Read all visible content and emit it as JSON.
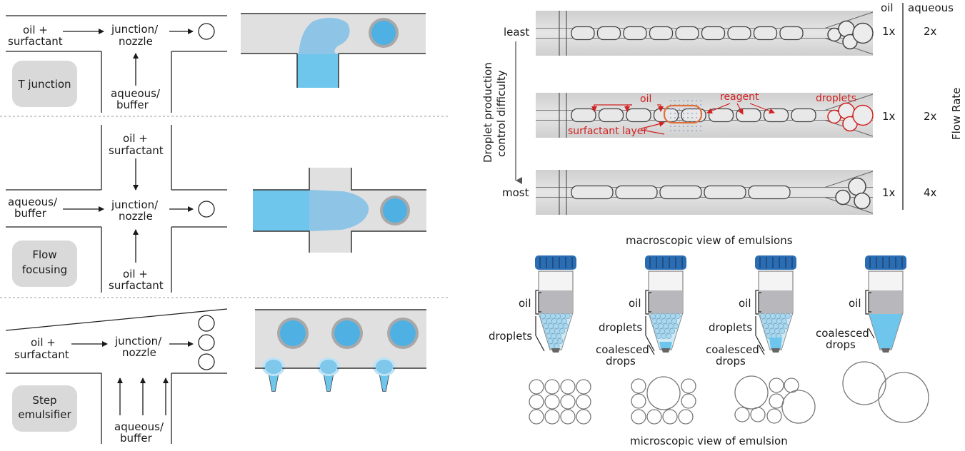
{
  "left_panel": {
    "t_junction": {
      "button": "T junction",
      "oil_line1": "oil +",
      "oil_line2": "surfactant",
      "junction_line1": "junction/",
      "junction_line2": "nozzle",
      "aqueous_line1": "aqueous/",
      "aqueous_line2": "buffer"
    },
    "flow_focusing": {
      "button_line1": "Flow",
      "button_line2": "focusing",
      "top_oil_line1": "oil +",
      "top_oil_line2": "surfactant",
      "aqueous_line1": "aqueous/",
      "aqueous_line2": "buffer",
      "junction_line1": "junction/",
      "junction_line2": "nozzle",
      "bottom_oil_line1": "oil +",
      "bottom_oil_line2": "surfactant"
    },
    "step_emulsifier": {
      "button_line1": "Step",
      "button_line2": "emulsifier",
      "oil_line1": "oil +",
      "oil_line2": "surfactant",
      "junction_line1": "junction/",
      "junction_line2": "nozzle",
      "aqueous_line1": "aqueous/",
      "aqueous_line2": "buffer"
    }
  },
  "right_panel": {
    "header_oil": "oil",
    "header_aqueous": "aqueous",
    "axis_line1": "Droplet production",
    "axis_line2": "control difficulty",
    "least": "least",
    "most": "most",
    "flow_rate_label": "Flow Rate",
    "rows": [
      {
        "oil": "1x",
        "aqueous": "2x"
      },
      {
        "oil": "1x",
        "aqueous": "2x"
      },
      {
        "oil": "1x",
        "aqueous": "4x"
      }
    ],
    "annotations": {
      "oil": "oil",
      "reagent": "reagent",
      "droplets": "droplets",
      "surfactant_layer": "surfactant layer"
    },
    "macroscopic_title": "macroscopic view of emulsions",
    "microscopic_title": "microscopic view of emulsion",
    "tubes": [
      {
        "oil": "oil",
        "droplets": "droplets",
        "coalesced_line1": "",
        "coalesced_line2": ""
      },
      {
        "oil": "oil",
        "droplets": "droplets",
        "coalesced_line1": "coalesced",
        "coalesced_line2": "drops"
      },
      {
        "oil": "oil",
        "droplets": "droplets",
        "coalesced_line1": "coalesced",
        "coalesced_line2": "drops"
      },
      {
        "oil": "oil",
        "droplets": "",
        "coalesced_line1": "coalesced",
        "coalesced_line2": "drops"
      }
    ]
  },
  "colors": {
    "aqueous_blue": "#6ec6ec",
    "droplet_blue": "#4fb0e3",
    "channel_gray": "#e0e0e0",
    "button_gray": "#d9d9d9",
    "cap_blue": "#2a6db3",
    "annotation_red": "#d32020",
    "oil_gray": "#b8b8bc"
  }
}
